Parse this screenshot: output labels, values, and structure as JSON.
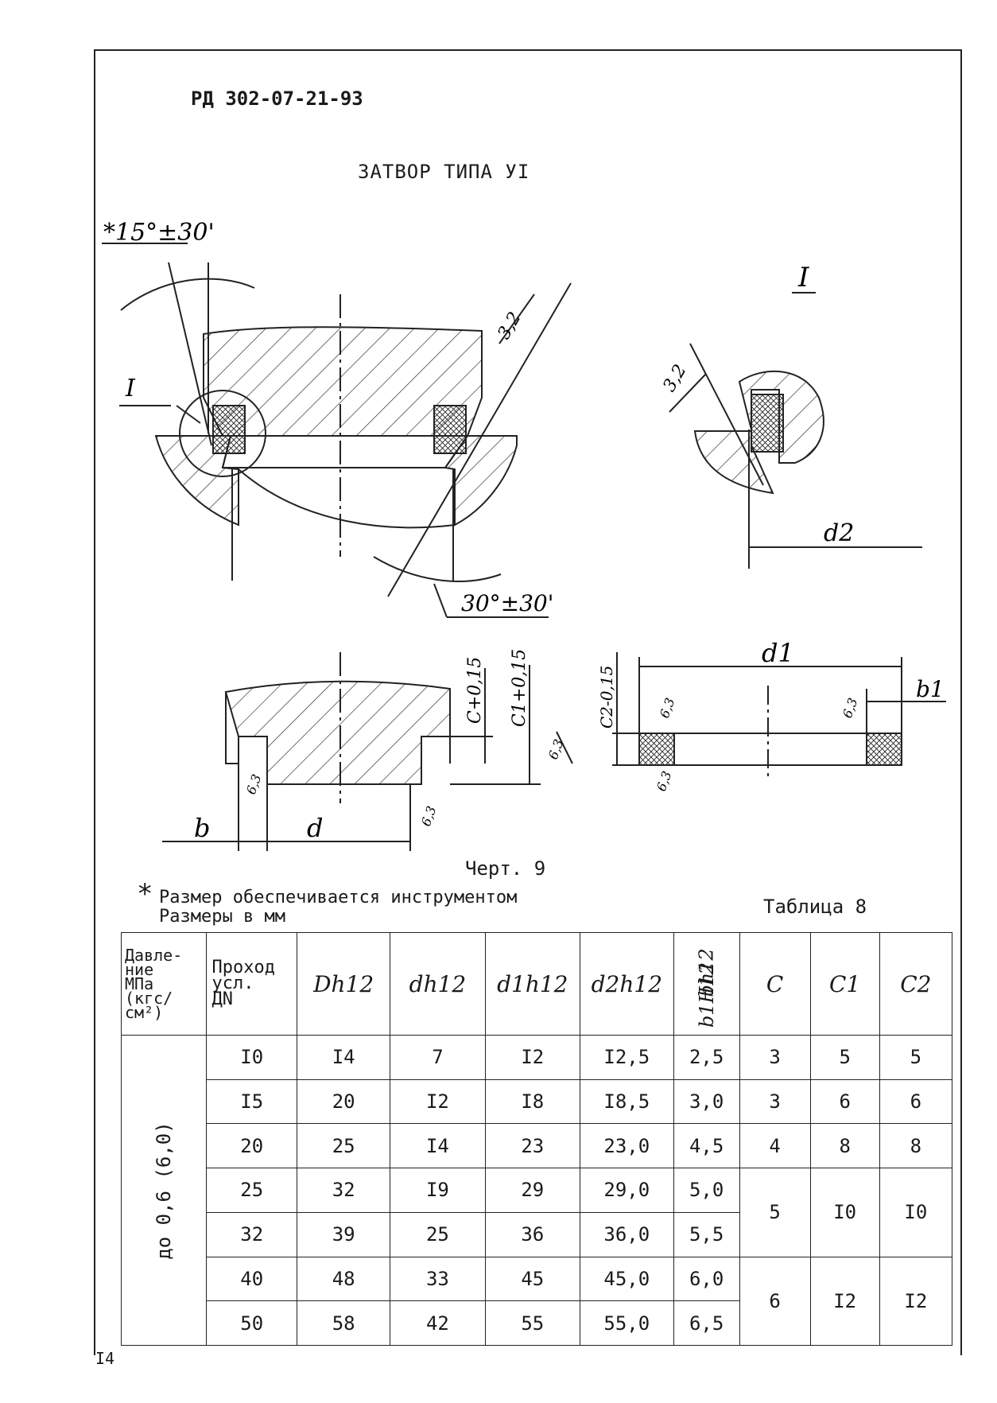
{
  "document": {
    "code": "РД 302-07-21-93",
    "title": "ЗАТВОР ТИПА УI",
    "figure_caption": "Черт. 9",
    "note_star": "*",
    "note_tool": "Размер обеспечивается инструментом",
    "note_units": "Размеры в мм",
    "table_label": "Таблица 8",
    "page_number": "I4"
  },
  "drawing_labels": {
    "angle_top": "*15°±30'",
    "angle_bottom": "30°±30'",
    "detail_mark": "I",
    "detail_view_mark": "I",
    "roughness_32": "3,2",
    "roughness_63": "6,3",
    "dim_d2": "d2",
    "dim_d1": "d1",
    "dim_d": "d",
    "dim_b": "b",
    "dim_b1": "b1",
    "dim_c": "C+0,15",
    "dim_c1": "C1+0,15",
    "dim_c2": "C2-0,15"
  },
  "table": {
    "headers": {
      "pressure": [
        "Давле-",
        "ние",
        "МПа",
        "(кгс/см²)"
      ],
      "dn": [
        "Проход",
        "усл.",
        "ДN"
      ],
      "D": "Dh12",
      "d": "dh12",
      "d1": "d1h12",
      "d2": "d2h12",
      "b": "bh12",
      "b1": "b1H12",
      "C": "C",
      "C1": "C1",
      "C2": "C2"
    },
    "pressure_value": "до 0,6 (6,0)",
    "rows": [
      {
        "dn": "I0",
        "D": "I4",
        "d": "7",
        "d1": "I2",
        "d2": "I2,5",
        "b": "2,5",
        "C": "3",
        "C1": "5",
        "C2": "5"
      },
      {
        "dn": "I5",
        "D": "20",
        "d": "I2",
        "d1": "I8",
        "d2": "I8,5",
        "b": "3,0",
        "C": "3",
        "C1": "6",
        "C2": "6"
      },
      {
        "dn": "20",
        "D": "25",
        "d": "I4",
        "d1": "23",
        "d2": "23,0",
        "b": "4,5",
        "C": "4",
        "C1": "8",
        "C2": "8"
      },
      {
        "dn": "25",
        "D": "32",
        "d": "I9",
        "d1": "29",
        "d2": "29,0",
        "b": "5,0"
      },
      {
        "dn": "32",
        "D": "39",
        "d": "25",
        "d1": "36",
        "d2": "36,0",
        "b": "5,5"
      },
      {
        "dn": "40",
        "D": "48",
        "d": "33",
        "d1": "45",
        "d2": "45,0",
        "b": "6,0"
      },
      {
        "dn": "50",
        "D": "58",
        "d": "42",
        "d1": "55",
        "d2": "55,0",
        "b": "6,5"
      }
    ],
    "merged_c": [
      {
        "C": "5",
        "C1": "I0",
        "C2": "I0"
      },
      {
        "C": "6",
        "C1": "I2",
        "C2": "I2"
      }
    ]
  }
}
